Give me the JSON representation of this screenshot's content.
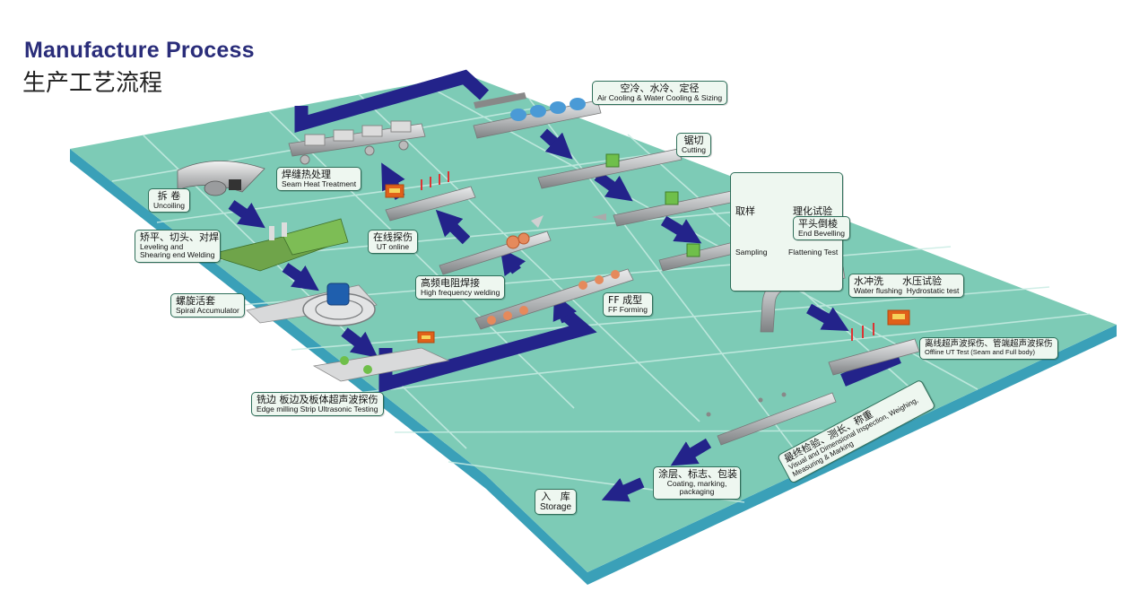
{
  "title": {
    "en": "Manufacture Process",
    "zh": "生产工艺流程"
  },
  "steps": [
    {
      "id": "uncoiling",
      "zh": "拆 卷",
      "en": "Uncoiling"
    },
    {
      "id": "leveling",
      "zh": "矫平、切头、对焊",
      "en": "Leveling and Shearing end Welding"
    },
    {
      "id": "accumulator",
      "zh": "螺旋活套",
      "en": "Spiral Accumulator"
    },
    {
      "id": "edge-milling",
      "zh": "铣边 板边及板体超声波探伤",
      "en": "Edge milling Strip Ultrasonic Testing"
    },
    {
      "id": "ff-forming",
      "zh": "FF 成型",
      "en": "FF Forming"
    },
    {
      "id": "hf-welding",
      "zh": "高频电阻焊接",
      "en": "High frequency welding"
    },
    {
      "id": "ut-online",
      "zh": "在线探伤",
      "en": "UT online"
    },
    {
      "id": "seam-heat",
      "zh": "焊缝热处理",
      "en": "Seam Heat Treatment"
    },
    {
      "id": "cooling-sizing",
      "zh": "空冷、水冷、定径",
      "en": "Air Cooling & Water Cooling & Sizing"
    },
    {
      "id": "cutting",
      "zh": "锯切",
      "en": "Cutting"
    },
    {
      "id": "sampling",
      "zh": "取样            理化试验",
      "en": "Sampling          Flattening Test"
    },
    {
      "id": "end-bevelling",
      "zh": "平头倒棱",
      "en": "End Bevelling"
    },
    {
      "id": "water-hydro",
      "zh": "水冲洗      水压试验",
      "en": "Water flushing  Hydrostatic test"
    },
    {
      "id": "offline-ut",
      "zh": "离线超声波探伤、管端超声波探伤",
      "en": "Offline UT Test (Seam and Full body)"
    },
    {
      "id": "inspection",
      "zh": "最终检验、测长、称重",
      "en": "Visual and Dimensional Inspection, Weighing, Measuring & Marking"
    },
    {
      "id": "coating",
      "zh": "涂层、标志、包装",
      "en": "Coating, marking, packaging"
    },
    {
      "id": "storage",
      "zh": "入   库",
      "en": "Storage"
    }
  ],
  "colors": {
    "floor": "#7dcbb6",
    "floor_edge": "#3aa0b8",
    "grid": "#c8ece3",
    "arrow": "#23238a",
    "pipe": "#b7b9bb",
    "machine_green": "#6fa44a",
    "ut_orange": "#e0601a",
    "accumulator_blue": "#1f5fae",
    "label_bg": "#eef7f0",
    "title_en": "#2a2d7a"
  }
}
